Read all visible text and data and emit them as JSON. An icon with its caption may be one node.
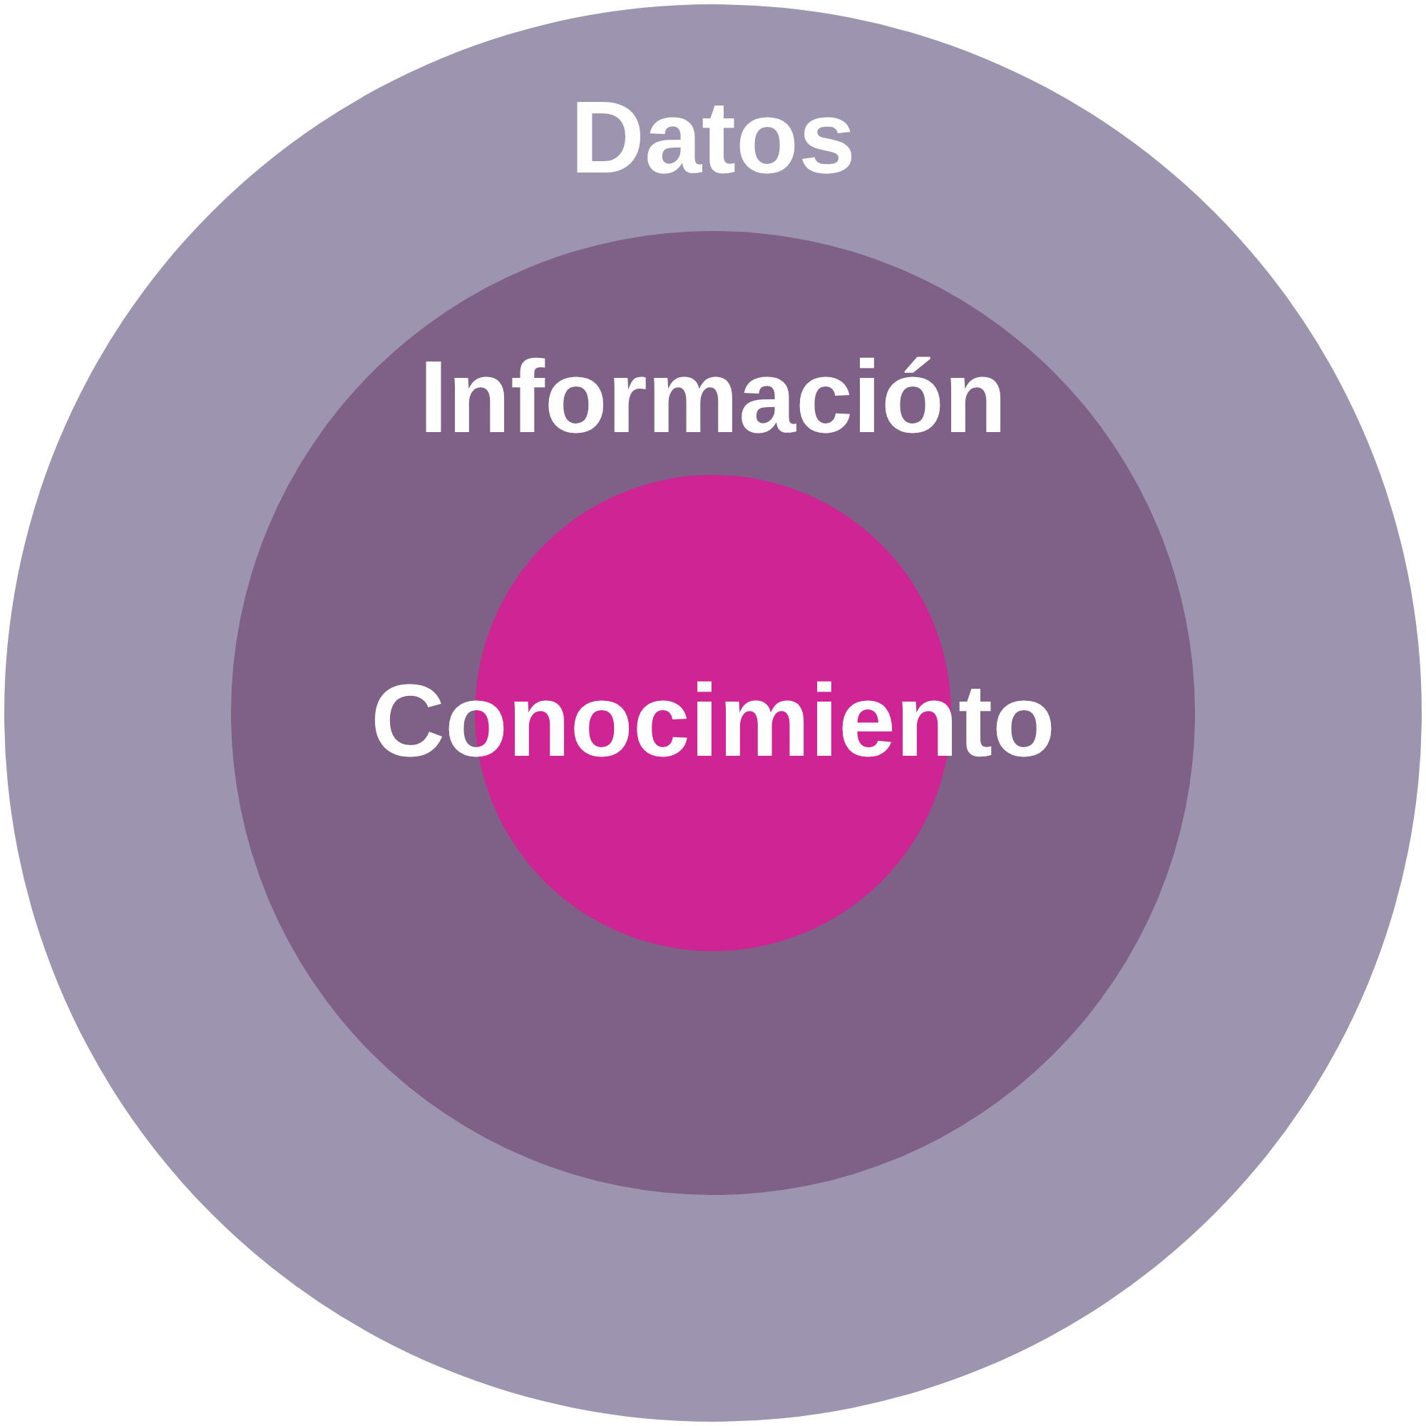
{
  "diagram": {
    "nodes": [
      {
        "text": [
          "Datos"
        ]
      },
      {
        "text": [
          "Información"
        ],
        "in": 0
      },
      {
        "text": [
          "Conocimiento"
        ],
        "in": 1
      }
    ]
  }
}
